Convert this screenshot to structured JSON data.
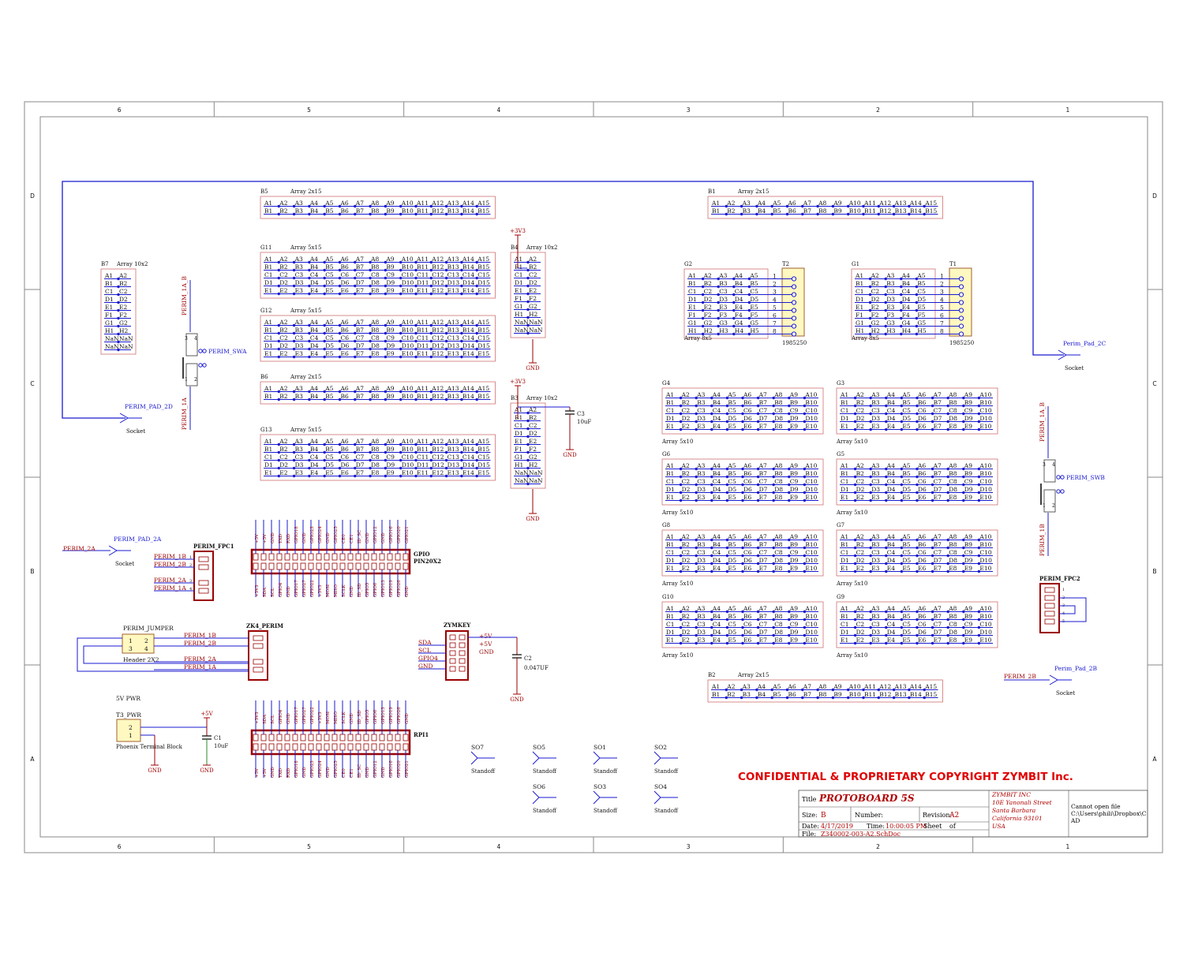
{
  "frame": {
    "cols": [
      "6",
      "5",
      "4",
      "3",
      "2",
      "1"
    ],
    "rows": [
      "D",
      "C",
      "B",
      "A"
    ]
  },
  "arrays2x15": [
    {
      "designator": "B5",
      "comment": "Array 2x15"
    },
    {
      "designator": "B6",
      "comment": "Array 2x15"
    },
    {
      "designator": "B1",
      "comment": "Array 2x15"
    },
    {
      "designator": "B2",
      "comment": "Array 2x15"
    }
  ],
  "arrays5x15": [
    {
      "designator": "G11",
      "comment": "Array 5x15"
    },
    {
      "designator": "G12",
      "comment": "Array 5x15"
    },
    {
      "designator": "G13",
      "comment": "Array 5x15"
    }
  ],
  "arrays10x2": [
    {
      "designator": "B7",
      "comment": "Array 10x2"
    },
    {
      "designator": "B4",
      "comment": "Array 10x2"
    },
    {
      "designator": "B3",
      "comment": "Array 10x2"
    }
  ],
  "arrays8x5": [
    {
      "designator": "G2",
      "comment": "Array 8x5",
      "conn": "T2",
      "conn_part": "1985250"
    },
    {
      "designator": "G1",
      "comment": "Array 8x5",
      "conn": "T1",
      "conn_part": "1985250"
    }
  ],
  "arrays5x10": [
    {
      "designator": "G4",
      "comment": "Array 5x10"
    },
    {
      "designator": "G3",
      "comment": "Array 5x10"
    },
    {
      "designator": "G6",
      "comment": "Array 5x10"
    },
    {
      "designator": "G5",
      "comment": "Array 5x10"
    },
    {
      "designator": "G8",
      "comment": "Array 5x10"
    },
    {
      "designator": "G7",
      "comment": "Array 5x10"
    },
    {
      "designator": "G10",
      "comment": "Array 5x10"
    },
    {
      "designator": "G9",
      "comment": "Array 5x10"
    }
  ],
  "row_letters": [
    "A",
    "B",
    "C",
    "D",
    "E",
    "F",
    "G",
    "H"
  ],
  "power": {
    "v33": "+3V3",
    "v5": "+5V",
    "gnd": "GND"
  },
  "caps": {
    "c3": {
      "ref": "C3",
      "value": "10uF"
    },
    "c2": {
      "ref": "C2",
      "value": "0.047UF"
    },
    "c1": {
      "ref": "C1",
      "value": "10uF"
    }
  },
  "perimeter": {
    "swa": "PERIM_SWA",
    "swb": "PERIM_SWB",
    "p1ab": "PERIM_1A_B",
    "p1a": "PERIM_1A",
    "p1b": "PERIM_1B",
    "pad2d": "PERIM_PAD_2D",
    "pad2a": "PERIM_PAD_2A",
    "pad2c": "Perim_Pad_2C",
    "pad2b": "Perim_Pad_2B",
    "socket": "Socket",
    "perim2a": "PERIM_2A",
    "perim2b": "PERIM_2B",
    "fpc1": "PERIM_FPC1",
    "fpc2": "PERIM_FPC2",
    "fpc1_pins": [
      "PERIM_1B",
      "PERIM_2B",
      "PERIM_2A",
      "PERIM_1A"
    ],
    "jumper": "PERIM_JUMPER",
    "header": "Header 2X2",
    "zk4": "ZK4_PERIM",
    "zk4_pins": [
      "PERIM_1B",
      "PERIM_2B",
      "PERIM_2A",
      "PERIM_1A"
    ]
  },
  "gpio": {
    "name": "GPIO",
    "part": "PIN20X2",
    "top_labels": [
      "+5V",
      "+5V",
      "GND",
      "TXD",
      "RXD",
      "GPIO18",
      "GND",
      "GPIO23",
      "GPIO24",
      "GND",
      "GPIO25",
      "CE0",
      "CE1",
      "ID_SC",
      "GND",
      "GPIO12",
      "GND",
      "GPIO16",
      "GPIO20",
      "GPIO21"
    ],
    "bottom_labels": [
      "+3V3",
      "SDA",
      "SCL",
      "GPIO4",
      "GND",
      "GPIO17",
      "GPIO27",
      "GPIO22",
      "+3V3",
      "MOSI",
      "MISO",
      "SCLK",
      "GND",
      "ID_SD",
      "GPIO5",
      "GPIO6",
      "GPIO13",
      "GPIO19",
      "GPIO26",
      "GND"
    ]
  },
  "rpi": {
    "name": "RPI1",
    "top_labels": [
      "+3V3",
      "SDA",
      "SCL",
      "GPIO4",
      "GND",
      "GPIO17",
      "GPIO27",
      "GPIO22",
      "+3V3",
      "MOSI",
      "MISO",
      "SCLK",
      "GND",
      "ID_SD",
      "GPIO5",
      "GPIO6",
      "GPIO13",
      "GPIO19",
      "GPIO26",
      "GND"
    ],
    "bottom_labels": [
      "+5V",
      "+5V",
      "GND",
      "TXD",
      "RXD",
      "GPIO18",
      "GND",
      "GPIO23",
      "GPIO24",
      "GND",
      "GPIO25",
      "CE0",
      "CE1",
      "ID_SC",
      "GND",
      "GPIO12",
      "GND",
      "GPIO16",
      "GPIO20",
      "GPIO21"
    ]
  },
  "zymkey": {
    "name": "ZYMKEY",
    "pins": [
      "SDA",
      "SCL",
      "GPIO4",
      "GND"
    ],
    "right": [
      "+5V",
      "+5V",
      "GND"
    ]
  },
  "power_section": {
    "title": "5V PWR",
    "ref": "T3_PWR",
    "part": "Phoenix Terminal Block",
    "pin2": "2",
    "pin1": "1"
  },
  "standoffs": [
    {
      "ref": "SO7",
      "label": "Standoff"
    },
    {
      "ref": "SO5",
      "label": "Standoff"
    },
    {
      "ref": "SO1",
      "label": "Standoff"
    },
    {
      "ref": "SO2",
      "label": "Standoff"
    },
    {
      "ref": "SO6",
      "label": "Standoff"
    },
    {
      "ref": "SO3",
      "label": "Standoff"
    },
    {
      "ref": "SO4",
      "label": "Standoff"
    }
  ],
  "confidential": "CONFIDENTIAL & PROPRIETARY  COPYRIGHT ZYMBIT Inc.",
  "title_block": {
    "title_label": "Title",
    "title": "PROTOBOARD 5S",
    "size_label": "Size:",
    "size": "B",
    "number_label": "Number:",
    "revision_label": "Revision:",
    "revision": "A2",
    "date_label": "Date:",
    "date": "4/17/2019",
    "time_label": "Time:",
    "time": "10:00:05 PM",
    "sheet_label": "Sheet",
    "of_label": "of",
    "file_label": "File:",
    "file": "Z340002-003-A2.SchDoc",
    "company": [
      "ZYMBIT INC",
      "10E Yanonali Street",
      "Santa Barbara",
      "California 93101",
      "USA"
    ],
    "logo_text": [
      "Cannot open file",
      "C:\\Users\\phili\\Dropbox\\C",
      "AD"
    ]
  }
}
